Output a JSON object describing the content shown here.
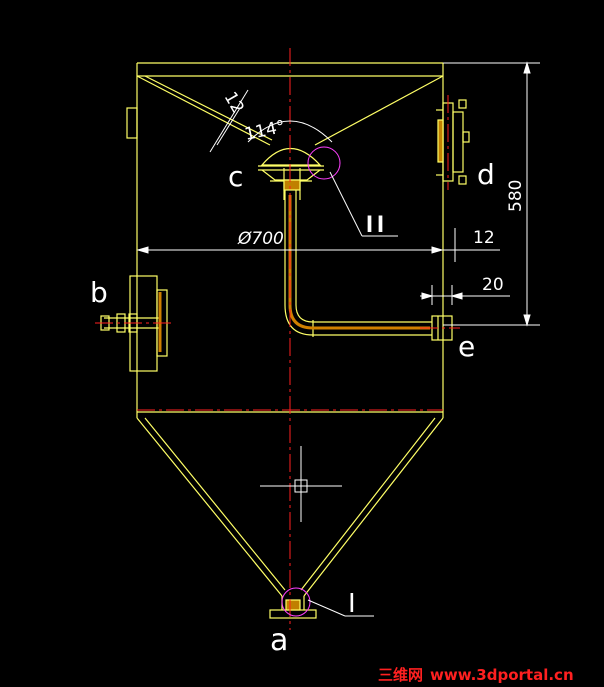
{
  "labels": {
    "a": "a",
    "b": "b",
    "c": "c",
    "d": "d",
    "e": "e",
    "detail_1": "I",
    "detail_2": "II"
  },
  "dimensions": {
    "diameter": "Ø700",
    "height": "580",
    "wall_offset": "12",
    "pipe_offset": "20",
    "thickness": "12",
    "angle": "114°"
  },
  "watermark": {
    "cn": "三维网",
    "url": "www.3dportal.cn"
  },
  "colors": {
    "outline": "#ffff66",
    "centerline": "#ff2020",
    "detail_circle": "#ff40ff",
    "dimension": "#ffffff",
    "text": "#ffffff"
  }
}
